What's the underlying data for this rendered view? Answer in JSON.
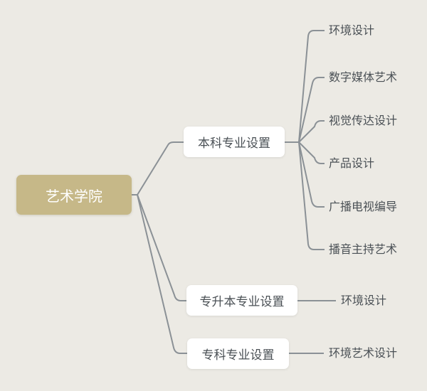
{
  "diagram": {
    "type": "mindmap",
    "root": {
      "label": "艺术学院"
    },
    "branches": [
      {
        "label": "本科专业设置",
        "children": [
          {
            "label": "环境设计"
          },
          {
            "label": "数字媒体艺术"
          },
          {
            "label": "视觉传达设计"
          },
          {
            "label": "产品设计"
          },
          {
            "label": "广播电视编导"
          },
          {
            "label": "播音主持艺术"
          }
        ]
      },
      {
        "label": "专升本专业设置",
        "children": [
          {
            "label": "环境设计"
          }
        ]
      },
      {
        "label": "专科专业设置",
        "children": [
          {
            "label": "环境艺术设计"
          }
        ]
      }
    ],
    "colors": {
      "background": "#eceae4",
      "root_fill": "#c6b888",
      "root_text": "#ffffff",
      "node_fill": "#ffffff",
      "node_text": "#4a5055",
      "line": "#8b9196"
    }
  }
}
